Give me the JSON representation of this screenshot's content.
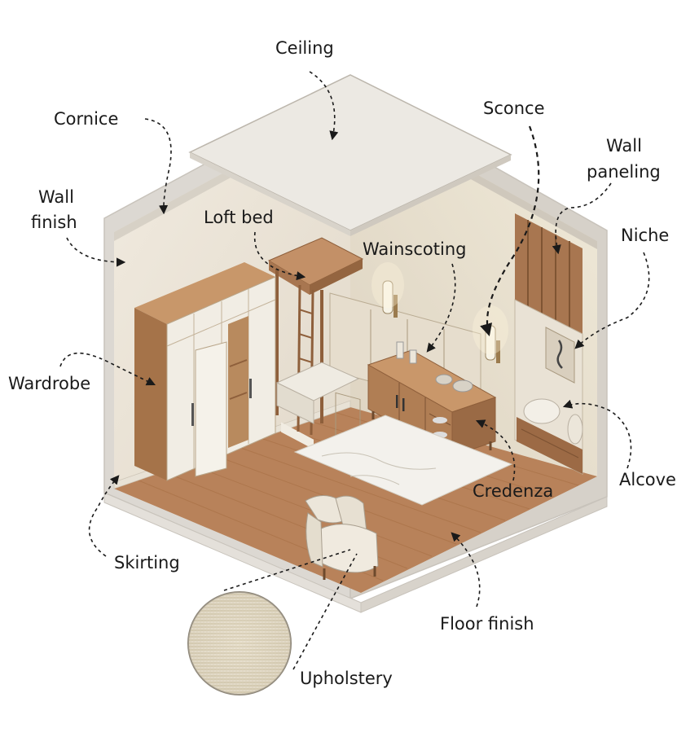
{
  "labels": {
    "ceiling": "Ceiling",
    "cornice": "Cornice",
    "sconce": "Sconce",
    "wall_paneling_1": "Wall",
    "wall_paneling_2": "paneling",
    "wall_finish_1": "Wall",
    "wall_finish_2": "finish",
    "loft_bed": "Loft bed",
    "niche": "Niche",
    "wainscoting": "Wainscoting",
    "wardrobe": "Wardrobe",
    "alcove": "Alcove",
    "credenza": "Credenza",
    "skirting": "Skirting",
    "floor_finish": "Floor finish",
    "upholstery": "Upholstery"
  },
  "colors": {
    "wall": "#efe9df",
    "wall_shadow": "#e3dccf",
    "floor": "#b8825a",
    "floor_dark": "#9c6a45",
    "wood": "#b98a5e",
    "white_panel": "#f4f1ea",
    "rug": "#f2f0ec",
    "ceiling": "#ece9e3",
    "frame": "#dcd8d2"
  }
}
